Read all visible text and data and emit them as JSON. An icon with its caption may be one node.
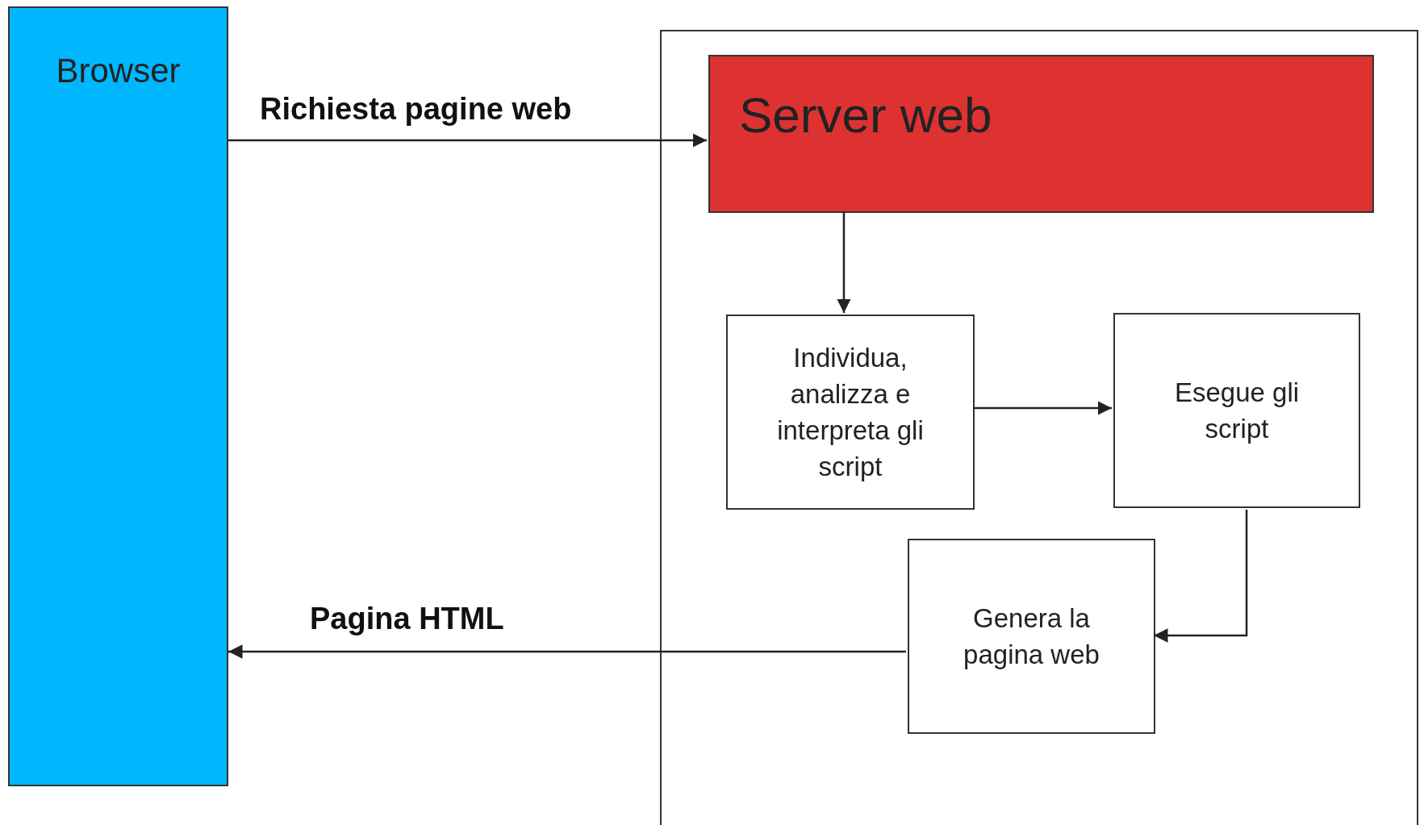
{
  "diagram": {
    "nodes": [
      {
        "text": [
          "Browser"
        ]
      },
      {
        "text": [],
        "shape": "box"
      },
      {
        "text": [
          "Server web"
        ],
        "in": 1
      },
      {
        "text": [
          "Individua, analizza e interpreta gli script"
        ],
        "in": 1
      },
      {
        "text": [
          "Esegue gli script"
        ],
        "in": 1
      },
      {
        "text": [
          "Genera la pagina web"
        ],
        "in": 1
      }
    ],
    "edges": [
      {
        "from": 0,
        "to": 2,
        "arrow": "to",
        "label": "Richiesta pagine web"
      },
      {
        "from": 2,
        "to": 3,
        "arrow": "to"
      },
      {
        "from": 3,
        "to": 4,
        "arrow": "to"
      },
      {
        "from": 4,
        "to": 5,
        "arrow": "to"
      },
      {
        "from": 5,
        "to": 0,
        "arrow": "to",
        "label": "Pagina HTML"
      }
    ]
  }
}
